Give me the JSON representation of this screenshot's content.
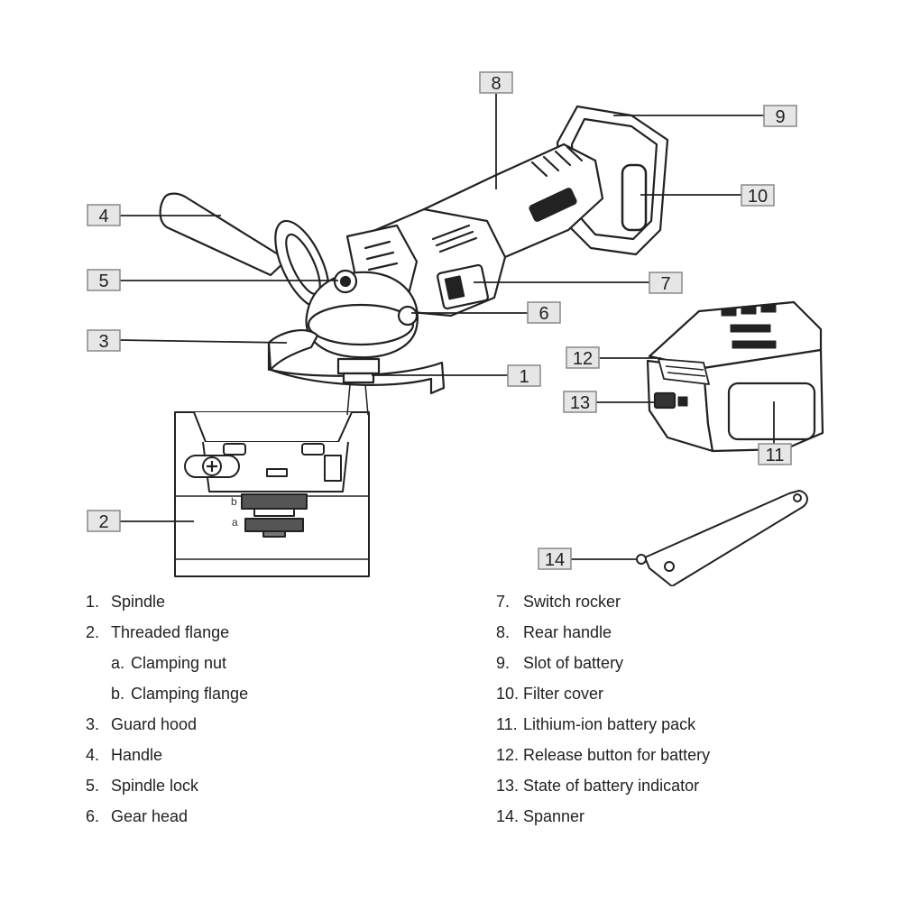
{
  "callouts": [
    {
      "id": "1",
      "label": "1"
    },
    {
      "id": "2",
      "label": "2"
    },
    {
      "id": "3",
      "label": "3"
    },
    {
      "id": "4",
      "label": "4"
    },
    {
      "id": "5",
      "label": "5"
    },
    {
      "id": "6",
      "label": "6"
    },
    {
      "id": "7",
      "label": "7"
    },
    {
      "id": "8",
      "label": "8"
    },
    {
      "id": "9",
      "label": "9"
    },
    {
      "id": "10",
      "label": "10"
    },
    {
      "id": "11",
      "label": "11"
    },
    {
      "id": "12",
      "label": "12"
    },
    {
      "id": "13",
      "label": "13"
    },
    {
      "id": "14",
      "label": "14"
    }
  ],
  "detail_letters": {
    "a": "a",
    "b": "b"
  },
  "legend_left": [
    {
      "num": "1.",
      "text": "Spindle"
    },
    {
      "num": "2.",
      "text": "Threaded flange"
    },
    {
      "num": "a.",
      "text": "Clamping nut",
      "sub": true
    },
    {
      "num": "b.",
      "text": "Clamping flange",
      "sub": true
    },
    {
      "num": "3.",
      "text": "Guard hood"
    },
    {
      "num": "4.",
      "text": "Handle"
    },
    {
      "num": "5.",
      "text": "Spindle lock"
    },
    {
      "num": "6.",
      "text": "Gear head"
    }
  ],
  "legend_right": [
    {
      "num": "7.",
      "text": "Switch rocker"
    },
    {
      "num": "8.",
      "text": "Rear handle"
    },
    {
      "num": "9.",
      "text": "Slot of battery"
    },
    {
      "num": "10.",
      "text": "Filter cover"
    },
    {
      "num": "11.",
      "text": "Lithium-ion battery pack"
    },
    {
      "num": "12.",
      "text": "Release button for battery"
    },
    {
      "num": "13.",
      "text": "State of battery indicator"
    },
    {
      "num": "14.",
      "text": "Spanner"
    }
  ],
  "colors": {
    "line": "#222222",
    "label_fill": "#e6e6e6",
    "label_border": "#888888"
  }
}
